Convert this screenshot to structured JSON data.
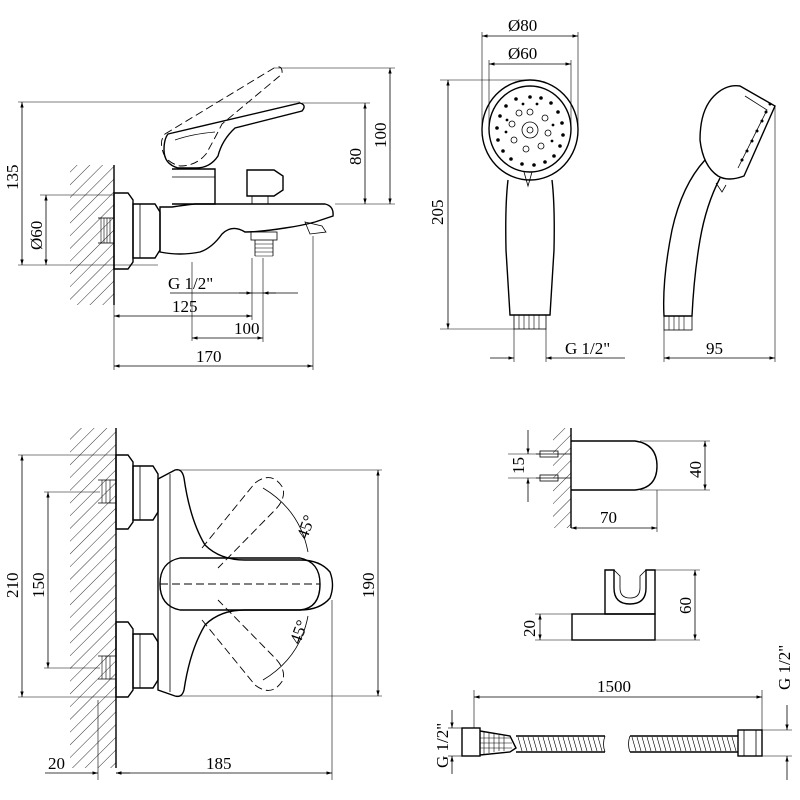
{
  "labels": {
    "side_h135": "135",
    "side_d60": "Ø60",
    "side_h100": "100",
    "side_h80": "80",
    "side_g12": "G 1/2\"",
    "side_w125": "125",
    "side_w100": "100",
    "side_w170": "170",
    "head_d80": "Ø80",
    "head_d60": "Ø60",
    "head_h205": "205",
    "head_g12": "G 1/2\"",
    "head_w95": "95",
    "top_h210": "210",
    "top_h150": "150",
    "top_h190": "190",
    "top_a45_upper": "45°",
    "top_a45_lower": "45°",
    "top_w20": "20",
    "top_w185": "185",
    "bracket_h15": "15",
    "bracket_h40": "40",
    "bracket_w70": "70",
    "holder_h20": "20",
    "holder_h60": "60",
    "hose_len": "1500",
    "hose_g12_left": "G 1/2\"",
    "hose_g12_right": "G 1/2\""
  }
}
